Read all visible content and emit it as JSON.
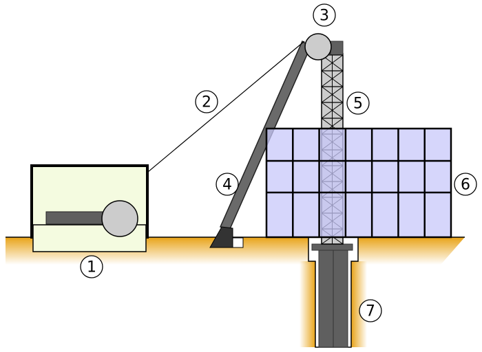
{
  "labels": {
    "hoist_house": "1",
    "cable": "2",
    "sheave": "3",
    "boom": "4",
    "headframe": "5",
    "building": "6",
    "shaft": "7"
  },
  "colors": {
    "ground": "#e8a317",
    "hoist_house_fill": "#f4fbe0",
    "building_fill": "#d6d6fb",
    "steel_dark": "#5f5f5f",
    "steel_light": "#cccccc"
  }
}
